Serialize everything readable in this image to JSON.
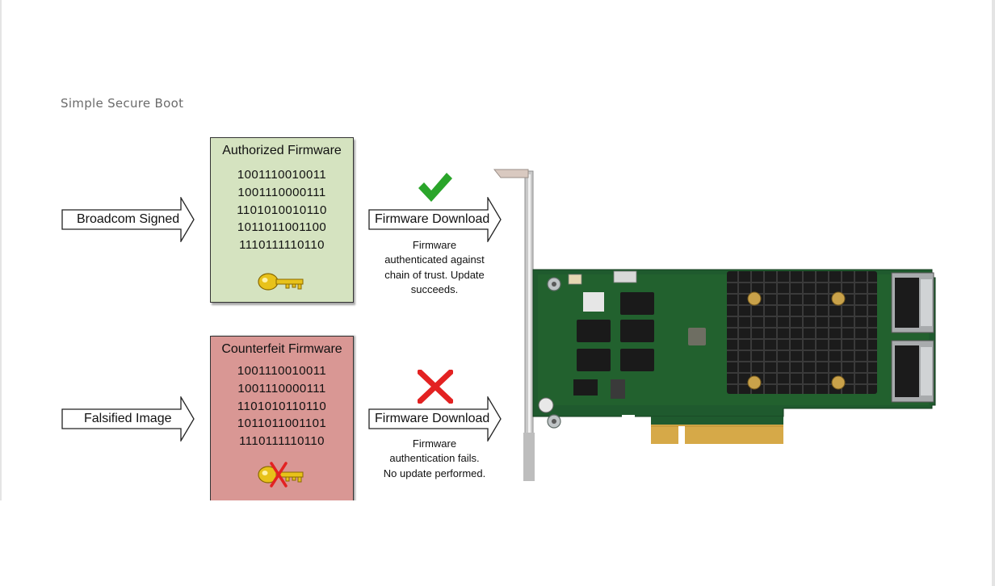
{
  "page": {
    "title": "Simple Secure Boot"
  },
  "authorized": {
    "input_label": "Broadcom Signed",
    "box_title": "Authorized Firmware",
    "code_lines": [
      "1001110010011",
      "1001110000111",
      "1101010010110",
      "1011011001100",
      "1110111110110"
    ],
    "action_label": "Firmware Download",
    "result_text": "Firmware authenticated against chain of trust. Update succeeds.",
    "key_icon": "key-icon",
    "result_icon": "checkmark-icon"
  },
  "counterfeit": {
    "input_label": "Falsified Image",
    "box_title": "Counterfeit Firmware",
    "code_lines": [
      "1001110010011",
      "1001110000111",
      "1101010110110",
      "1011011001101",
      "1110111110110"
    ],
    "action_label": "Firmware Download",
    "result_text": "Firmware authentication fails. No update performed.",
    "key_icon": "crossed-key-icon",
    "result_icon": "cross-icon"
  },
  "colors": {
    "authorized_bg": "#d5e3c0",
    "counterfeit_bg": "#d99794",
    "check": "#2aa52a",
    "cross": "#e32222",
    "key": "#e8c21a",
    "pcb": "#1f5a2e",
    "heatsink": "#1b1b1b",
    "gold": "#d6a948"
  },
  "card_image": "raid-controller-card-image"
}
